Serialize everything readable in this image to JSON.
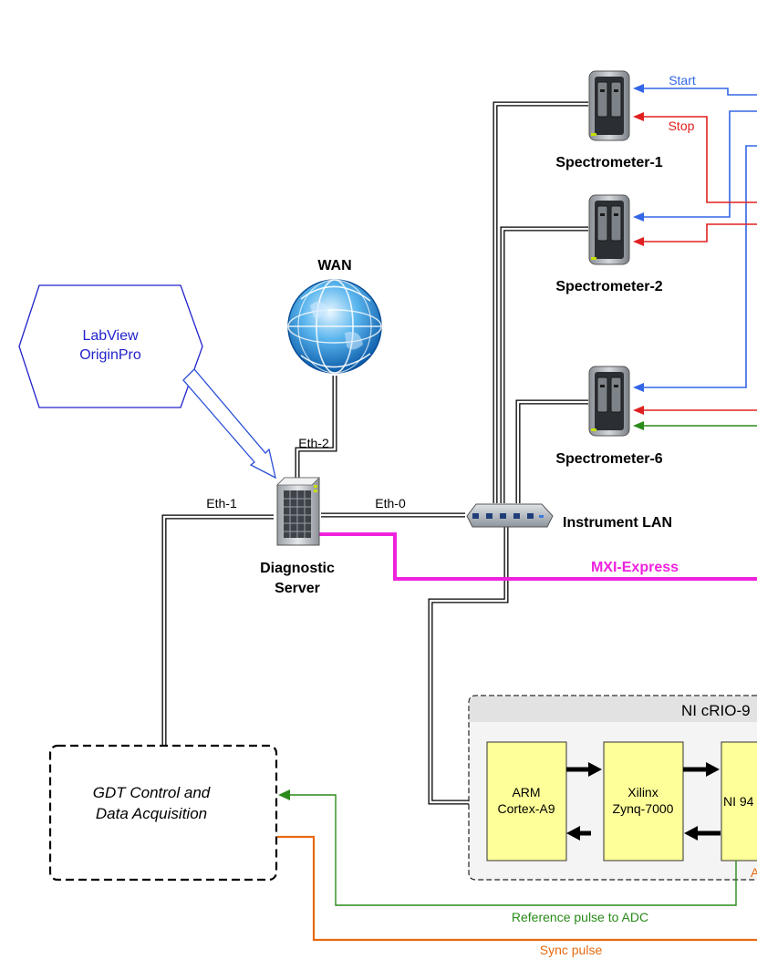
{
  "hexagon": {
    "line1": "LabView",
    "line2": "OriginPro"
  },
  "wan": {
    "label": "WAN"
  },
  "server": {
    "line1": "Diagnostic",
    "line2": "Server"
  },
  "switch": {
    "label": "Instrument LAN"
  },
  "links": {
    "eth0": "Eth-0",
    "eth1": "Eth-1",
    "eth2": "Eth-2",
    "mxi": "MXI-Express"
  },
  "spectrometers": [
    {
      "label": "Spectrometer-1",
      "start": "Start",
      "stop": "Stop"
    },
    {
      "label": "Spectrometer-2"
    },
    {
      "label": "Spectrometer-6"
    }
  ],
  "gdt": {
    "line1": "GDT Control and",
    "line2": "Data Acquisition"
  },
  "crio": {
    "title": "NI cRIO-9",
    "arm_line1": "ARM",
    "arm_line2": "Cortex-A9",
    "xilinx_line1": "Xilinx",
    "xilinx_line2": "Zynq-7000",
    "ni_label": "NI 94",
    "partial_mark": "A"
  },
  "pulses": {
    "reference": "Reference pulse to ADC",
    "sync": "Sync pulse"
  },
  "colors": {
    "blue": "#3366e6",
    "red": "#e02020",
    "green": "#2a8a1a",
    "orange": "#e66a10",
    "magenta": "#ee22dd",
    "hex_text": "#2222cc",
    "block_fill": "#ffff99"
  }
}
